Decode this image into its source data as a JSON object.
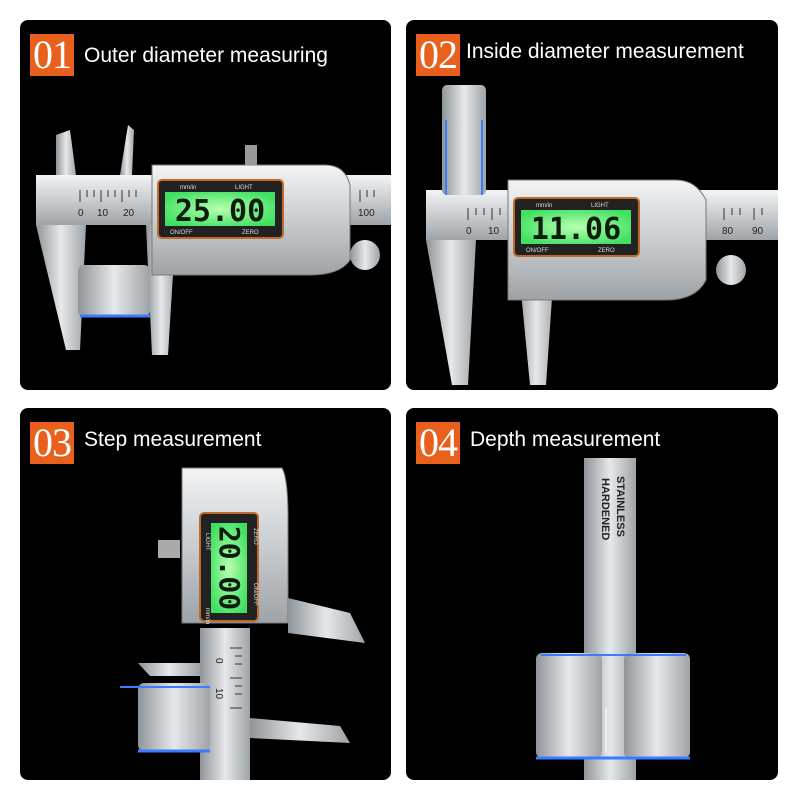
{
  "panels": [
    {
      "number": "01",
      "title": "Outer diameter measuring",
      "reading": "25.00",
      "unit_label": "mm/in",
      "light_label": "LIGHT",
      "onoff_label": "ON/OFF",
      "zero_label": "ZERO",
      "scale": [
        "0",
        "10",
        "20",
        "100"
      ]
    },
    {
      "number": "02",
      "title": "Inside diameter measurement",
      "reading": "11.06",
      "unit_label": "mm/in",
      "light_label": "LIGHT",
      "onoff_label": "ON/OFF",
      "zero_label": "ZERO",
      "scale": [
        "0",
        "10",
        "80",
        "90"
      ]
    },
    {
      "number": "03",
      "title": "Step measurement",
      "reading": "20.00",
      "unit_label": "mm/in",
      "light_label": "LIGHT",
      "onoff_label": "ON/OFF",
      "zero_label": "ZERO",
      "scale": [
        "0",
        "10"
      ]
    },
    {
      "number": "04",
      "title": "Depth measurement",
      "engraving_1": "STAINLESS",
      "engraving_2": "HARDENED"
    }
  ],
  "colors": {
    "badge": "#e8601c",
    "lcd": "#5cff7a",
    "panel_bg": "#000000",
    "steel": "#d9dde0"
  }
}
